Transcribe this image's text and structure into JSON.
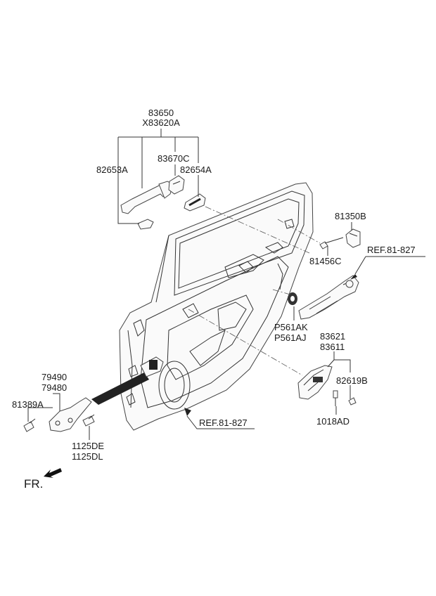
{
  "labels": {
    "l83650": "83650",
    "lx83620a": "X83620A",
    "l82653a": "82653A",
    "l83670c": "83670C",
    "l82654a": "82654A",
    "l81350b": "81350B",
    "l81456c": "81456C",
    "ref_upper": "REF.81-827",
    "lp561ak": "P561AK",
    "lp561aj": "P561AJ",
    "l83621": "83621",
    "l83611": "83611",
    "l82619b": "82619B",
    "l1018ad": "1018AD",
    "ref_lower": "REF.81-827",
    "l79490": "79490",
    "l79480": "79480",
    "l81389a": "81389A",
    "l1125de": "1125DE",
    "l1125dl": "1125DL",
    "fr": "FR."
  },
  "colors": {
    "line": "#333333",
    "text": "#1a1a1a"
  },
  "icons": {
    "front_arrow": "front-direction-arrow-icon"
  }
}
